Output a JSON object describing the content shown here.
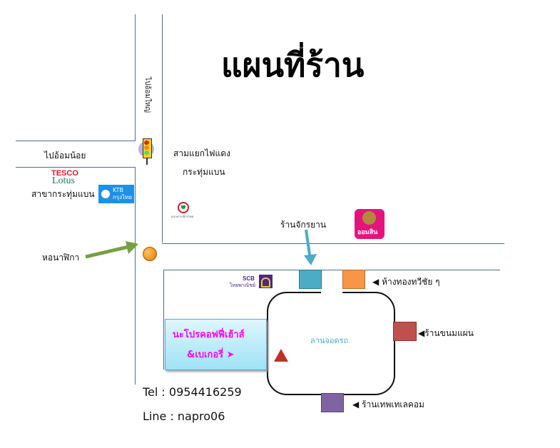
{
  "title": "แผนที่ร้าน",
  "labels": {
    "north_road": "ไปอ้อมใหญ่",
    "west_road": "ไปอ้อมน้อย",
    "intersection_1": "สามแยกไฟแดง",
    "intersection_2": "กระทุ่มแบน",
    "tesco_branch": "สาขากระทุ่มแบน",
    "clock_tower": "หอนาฬิกา",
    "bike_shop": "ร้านจักรยาน",
    "gold_shop": "ห้างทองทวีชัย ๆ",
    "parking": "ลานจอดรถ",
    "bakery_shop": "ร้านขนมแผน",
    "telecom_shop": "ร้านเทพเทเลคอม",
    "shop_name_1": "นะโปรคอฟฟี่เฮ้าส์",
    "shop_name_2": "&เบเกอรี่",
    "tel": "Tel : 0954416259",
    "line": "Line : napro06"
  },
  "logos": {
    "tesco": "TESCO",
    "lotus": "Lotus",
    "ktb_1": "KTB",
    "ktb_2": "กรุงไทย",
    "scb_1": "SCB",
    "scb_2": "ไทยพาณิชย์",
    "gsb": "ออมสิน",
    "kbank": "ธนาคารกสิกรไทย"
  },
  "colors": {
    "road": "#4f6d95",
    "bike": "#4bacc6",
    "gold": "#f79646",
    "bakery": "#c0504d",
    "telecom": "#8064a2",
    "shop_text": "#ff00ff",
    "arrow_green": "#77a040"
  }
}
